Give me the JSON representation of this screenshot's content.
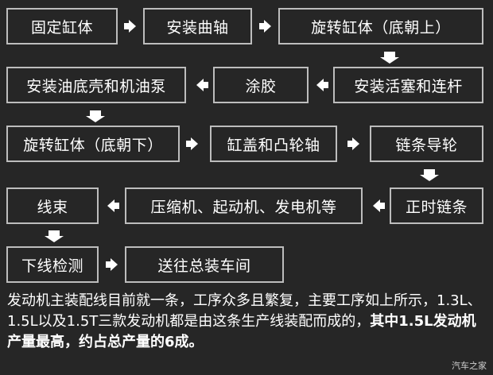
{
  "steps": [
    "固定缸体",
    "安装曲轴",
    "旋转缸体（底朝上）",
    "安装活塞和连杆",
    "涂胶",
    "安装油底壳和机油泵",
    "旋转缸体（底朝下）",
    "缸盖和凸轮轴",
    "链条导轮",
    "正时链条",
    "压缩机、起动机、发电机等",
    "线束",
    "下线检测",
    "送往总装车间"
  ],
  "description": {
    "normal": "发动机主装配线目前就一条，工序众多且繁复，主要工序如上所示，1.3L、1.5L以及1.5T三款发动机都是由这条生产线装配而成的，",
    "bold": "其中1.5L发动机产量最高，约占总产量的6成。"
  },
  "watermark": "汽车之家"
}
